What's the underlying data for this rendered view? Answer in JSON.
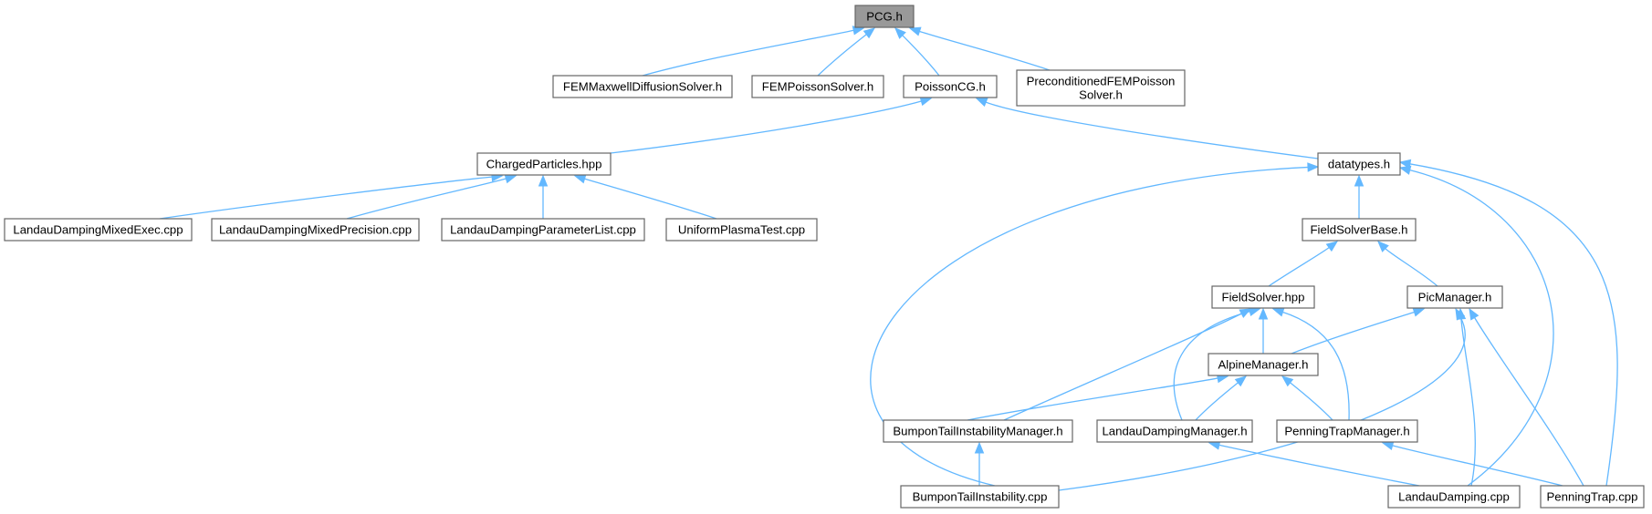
{
  "graph": {
    "nodes": [
      {
        "id": "pcg",
        "label": [
          "PCG.h"
        ],
        "root": true
      },
      {
        "id": "femmax",
        "label": [
          "FEMMaxwellDiffusionSolver.h"
        ]
      },
      {
        "id": "fempois",
        "label": [
          "FEMPoissonSolver.h"
        ]
      },
      {
        "id": "poissoncg",
        "label": [
          "PoissonCG.h"
        ]
      },
      {
        "id": "precond",
        "label": [
          "PreconditionedFEMPoisson",
          "Solver.h"
        ]
      },
      {
        "id": "charged",
        "label": [
          "ChargedParticles.hpp"
        ]
      },
      {
        "id": "datatypes",
        "label": [
          "datatypes.h"
        ]
      },
      {
        "id": "ldmixexec",
        "label": [
          "LandauDampingMixedExec.cpp"
        ]
      },
      {
        "id": "ldmixprec",
        "label": [
          "LandauDampingMixedPrecision.cpp"
        ]
      },
      {
        "id": "ldparam",
        "label": [
          "LandauDampingParameterList.cpp"
        ]
      },
      {
        "id": "uniform",
        "label": [
          "UniformPlasmaTest.cpp"
        ]
      },
      {
        "id": "fsbase",
        "label": [
          "FieldSolverBase.h"
        ]
      },
      {
        "id": "fieldsolver",
        "label": [
          "FieldSolver.hpp"
        ]
      },
      {
        "id": "picmgr",
        "label": [
          "PicManager.h"
        ]
      },
      {
        "id": "alpine",
        "label": [
          "AlpineManager.h"
        ]
      },
      {
        "id": "btimgr",
        "label": [
          "BumponTailInstabilityManager.h"
        ]
      },
      {
        "id": "ldmgr",
        "label": [
          "LandauDampingManager.h"
        ]
      },
      {
        "id": "ptmgr",
        "label": [
          "PenningTrapManager.h"
        ]
      },
      {
        "id": "bticpp",
        "label": [
          "BumponTailInstability.cpp"
        ]
      },
      {
        "id": "ldcpp",
        "label": [
          "LandauDamping.cpp"
        ]
      },
      {
        "id": "ptcpp",
        "label": [
          "PenningTrap.cpp"
        ]
      }
    ],
    "edges": [
      {
        "from": "femmax",
        "to": "pcg"
      },
      {
        "from": "fempois",
        "to": "pcg"
      },
      {
        "from": "poissoncg",
        "to": "pcg"
      },
      {
        "from": "precond",
        "to": "pcg"
      },
      {
        "from": "charged",
        "to": "poissoncg"
      },
      {
        "from": "datatypes",
        "to": "poissoncg"
      },
      {
        "from": "ldmixexec",
        "to": "charged"
      },
      {
        "from": "ldmixprec",
        "to": "charged"
      },
      {
        "from": "ldparam",
        "to": "charged"
      },
      {
        "from": "uniform",
        "to": "charged"
      },
      {
        "from": "fsbase",
        "to": "datatypes"
      },
      {
        "from": "bticpp",
        "to": "datatypes"
      },
      {
        "from": "ldcpp",
        "to": "datatypes"
      },
      {
        "from": "ptcpp",
        "to": "datatypes"
      },
      {
        "from": "fieldsolver",
        "to": "fsbase"
      },
      {
        "from": "picmgr",
        "to": "fsbase"
      },
      {
        "from": "alpine",
        "to": "fieldsolver"
      },
      {
        "from": "btimgr",
        "to": "fieldsolver"
      },
      {
        "from": "ldmgr",
        "to": "fieldsolver"
      },
      {
        "from": "ptmgr",
        "to": "fieldsolver"
      },
      {
        "from": "alpine",
        "to": "picmgr"
      },
      {
        "from": "bticpp",
        "to": "picmgr"
      },
      {
        "from": "ldcpp",
        "to": "picmgr"
      },
      {
        "from": "ptcpp",
        "to": "picmgr"
      },
      {
        "from": "btimgr",
        "to": "alpine"
      },
      {
        "from": "ldmgr",
        "to": "alpine"
      },
      {
        "from": "ptmgr",
        "to": "alpine"
      },
      {
        "from": "bticpp",
        "to": "btimgr"
      },
      {
        "from": "ldcpp",
        "to": "ldmgr"
      },
      {
        "from": "ptcpp",
        "to": "ptmgr"
      }
    ],
    "colors": {
      "edge": "#63b8ff",
      "node_border": "#666666",
      "root_fill": "#999999",
      "node_fill": "#ffffff",
      "text": "#000000"
    }
  }
}
